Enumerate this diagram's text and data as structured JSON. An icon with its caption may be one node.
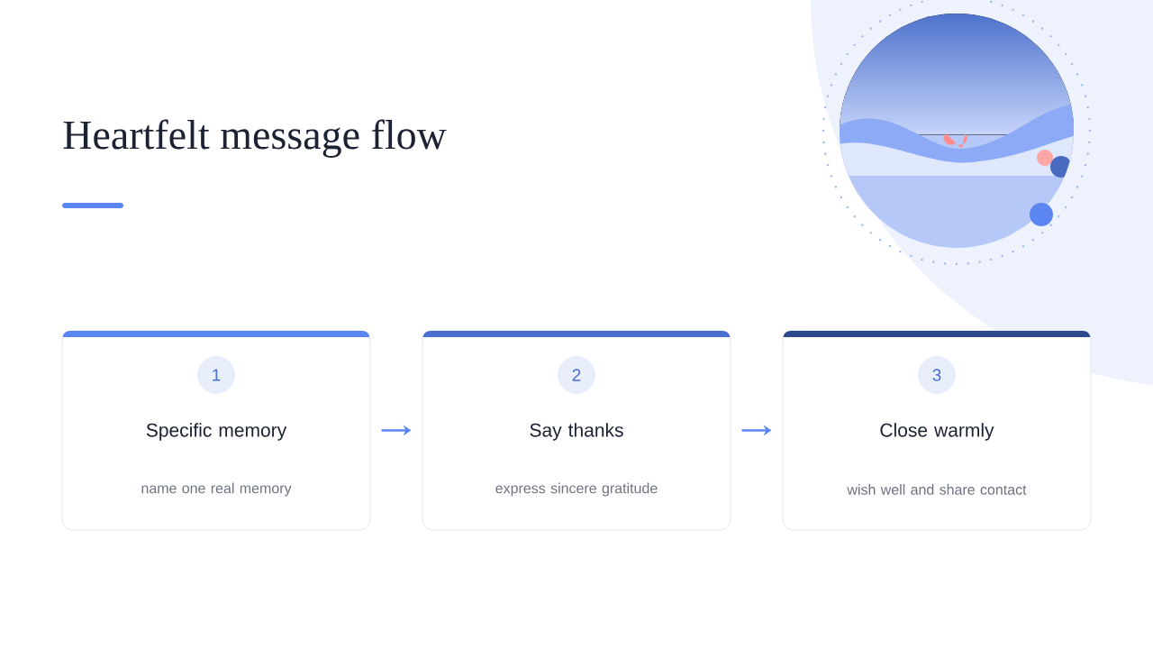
{
  "diagram": {
    "title": "Heartfelt message flow",
    "nodes": [
      {
        "text": [
          "1",
          "Specific memory",
          "name one real memory"
        ]
      },
      {
        "text": [
          "2",
          "Say thanks",
          "express sincere gratitude"
        ]
      },
      {
        "text": [
          "3",
          "Close warmly",
          "wish well and share contact"
        ]
      }
    ],
    "edges": [
      {
        "from": 0,
        "to": 1,
        "arrow": "to"
      },
      {
        "from": 1,
        "to": 2,
        "arrow": "to"
      }
    ]
  }
}
